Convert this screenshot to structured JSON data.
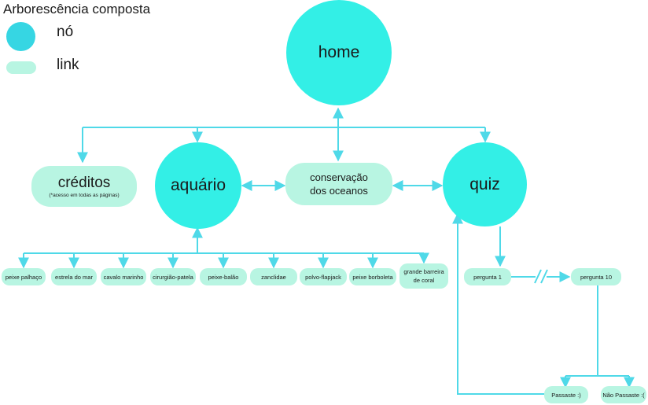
{
  "title": "Arborescência composta",
  "legend": {
    "node_label": "nó",
    "link_label": "link"
  },
  "nodes": {
    "home": "home",
    "aquario": "aquário",
    "quiz": "quiz"
  },
  "creditos": {
    "label": "créditos",
    "note": "(*acesso em todas as páginas)"
  },
  "conservacao": {
    "line1": "conservação",
    "line2": "dos oceanos"
  },
  "aquario_children": [
    "peixe palhaço",
    "estrela do mar",
    "cavalo marinho",
    "cirurgião-patela",
    "peixe-balão",
    "zanclidae",
    "polvo-flapjack",
    "peixe borboleta",
    "grande barreira de coral"
  ],
  "quiz_questions": {
    "first": "pergunta 1",
    "last": "pergunta 10"
  },
  "results": {
    "pass": "Passaste :)",
    "fail": "Não Passaste :("
  },
  "colors": {
    "node": "#33efe6",
    "link": "#b8f5e2",
    "wire": "#4fd9e8"
  }
}
